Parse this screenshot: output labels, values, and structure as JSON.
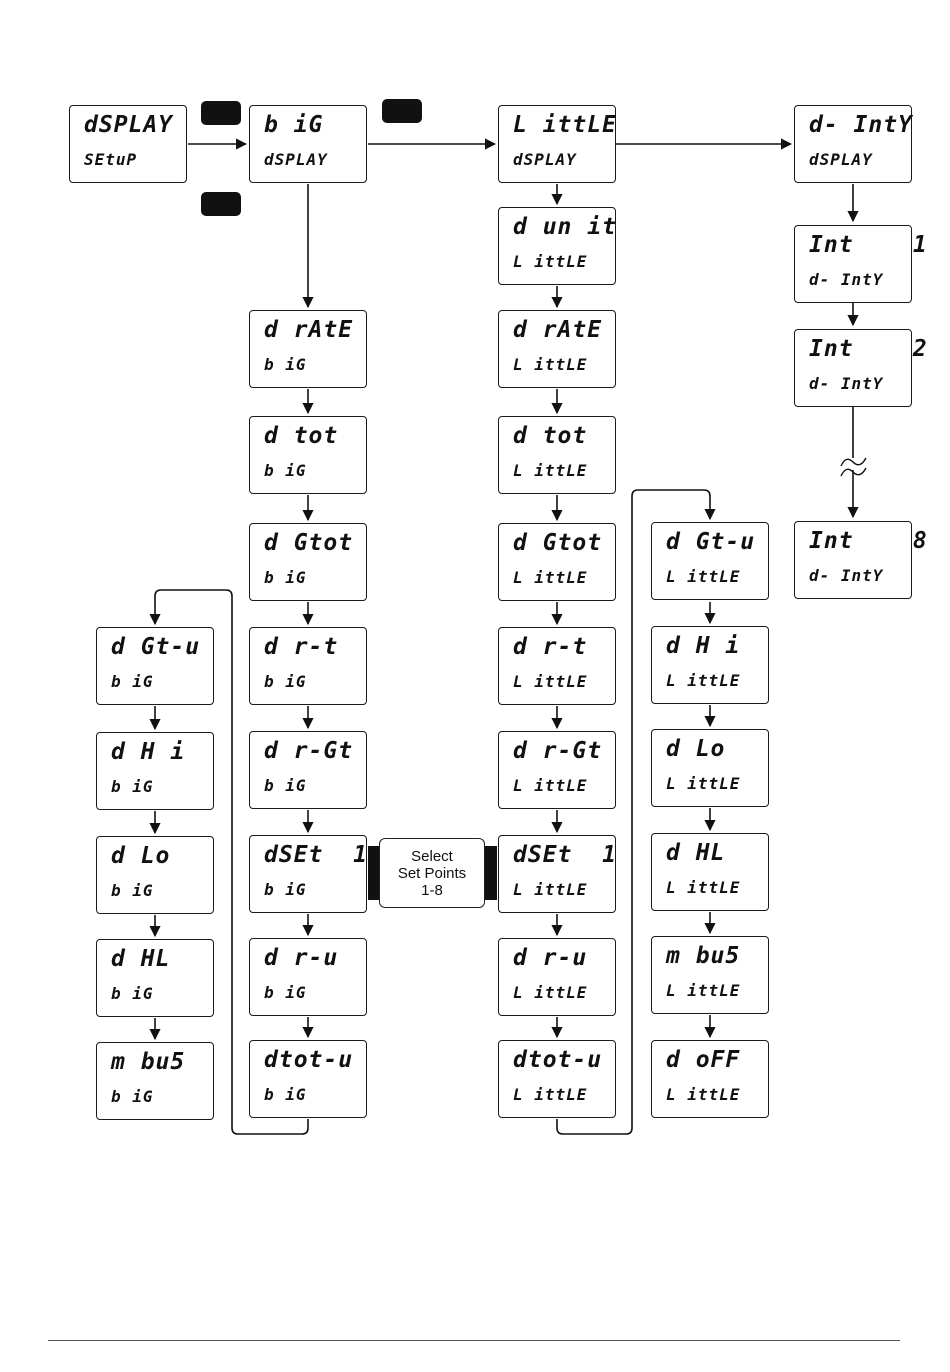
{
  "boxes": [
    {
      "id": "dsplay",
      "top": "dSPLAY",
      "bottom": "SEtuP"
    },
    {
      "id": "big",
      "top": "b iG",
      "bottom": "dSPLAY"
    },
    {
      "id": "little",
      "top": "L ittLE",
      "bottom": "dSPLAY"
    },
    {
      "id": "d-inty",
      "top": "d- IntY",
      "bottom": "dSPLAY"
    },
    {
      "id": "int1",
      "top": "Int    1",
      "bottom": "d- IntY"
    },
    {
      "id": "int2",
      "top": "Int    2",
      "bottom": "d- IntY"
    },
    {
      "id": "int8",
      "top": "Int    8",
      "bottom": "d- IntY"
    },
    {
      "id": "d-rate-big",
      "top": "d rAtE",
      "bottom": "b iG"
    },
    {
      "id": "d-tot-big",
      "top": "d tot",
      "bottom": "b iG"
    },
    {
      "id": "d-gtot-big",
      "top": "d Gtot",
      "bottom": "b iG"
    },
    {
      "id": "d-r-t-big",
      "top": "d r-t",
      "bottom": "b iG"
    },
    {
      "id": "d-r-gt-big",
      "top": "d r-Gt",
      "bottom": "b iG"
    },
    {
      "id": "dset1-big",
      "top": "dSEt  1",
      "bottom": "b iG"
    },
    {
      "id": "d-r-u-big",
      "top": "d r-u",
      "bottom": "b iG"
    },
    {
      "id": "dtot-u-big",
      "top": "dtot-u",
      "bottom": "b iG"
    },
    {
      "id": "d-gt-u-big",
      "top": "d Gt-u",
      "bottom": "b iG"
    },
    {
      "id": "d-hi-big",
      "top": "d H i",
      "bottom": "b iG"
    },
    {
      "id": "d-lo-big",
      "top": "d Lo",
      "bottom": "b iG"
    },
    {
      "id": "d-hl-big",
      "top": "d HL",
      "bottom": "b iG"
    },
    {
      "id": "mbus-big",
      "top": "m bu5",
      "bottom": "b iG"
    },
    {
      "id": "d-unit-little",
      "top": "d un it",
      "bottom": "L ittLE"
    },
    {
      "id": "d-rate-little",
      "top": "d rAtE",
      "bottom": "L ittLE"
    },
    {
      "id": "d-tot-little",
      "top": "d tot",
      "bottom": "L ittLE"
    },
    {
      "id": "d-gtot-little",
      "top": "d Gtot",
      "bottom": "L ittLE"
    },
    {
      "id": "d-r-t-little",
      "top": "d r-t",
      "bottom": "L ittLE"
    },
    {
      "id": "d-r-gt-little",
      "top": "d r-Gt",
      "bottom": "L ittLE"
    },
    {
      "id": "dset1-little",
      "top": "dSEt  1",
      "bottom": "L ittLE"
    },
    {
      "id": "d-r-u-little",
      "top": "d r-u",
      "bottom": "L ittLE"
    },
    {
      "id": "dtot-u-little",
      "top": "dtot-u",
      "bottom": "L ittLE"
    },
    {
      "id": "d-gt-u-little",
      "top": "d Gt-u",
      "bottom": "L ittLE"
    },
    {
      "id": "d-hi-little",
      "top": "d H i",
      "bottom": "L ittLE"
    },
    {
      "id": "d-lo-little",
      "top": "d Lo",
      "bottom": "L ittLE"
    },
    {
      "id": "d-hl-little",
      "top": "d HL",
      "bottom": "L ittLE"
    },
    {
      "id": "mbus-little",
      "top": "m bu5",
      "bottom": "L ittLE"
    },
    {
      "id": "d-off-little",
      "top": "d oFF",
      "bottom": "L ittLE"
    }
  ],
  "select_box": {
    "line1": "Select",
    "line2": "Set Points",
    "line3": "1-8"
  },
  "keys": {
    "enter": "enter-key",
    "up": "up-arrow-key"
  }
}
